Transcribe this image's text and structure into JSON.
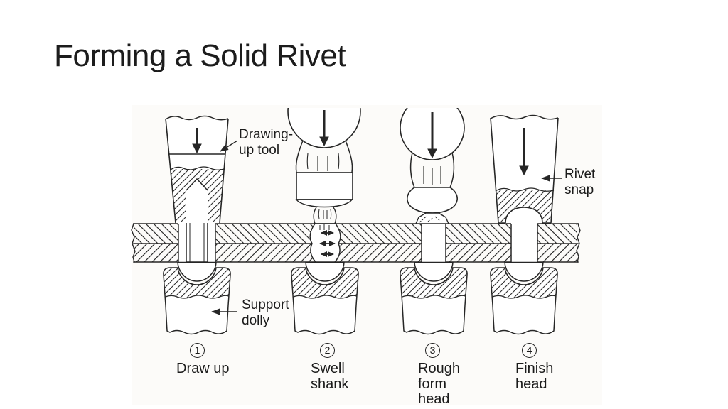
{
  "slide": {
    "title": "Forming a Solid Rivet"
  },
  "figure": {
    "callouts": {
      "drawing_up_tool": {
        "line1": "Drawing-",
        "line2": "up tool"
      },
      "support_dolly": {
        "line1": "Support",
        "line2": "dolly"
      },
      "rivet_snap": {
        "line1": "Rivet",
        "line2": "snap"
      }
    },
    "stages": [
      {
        "number": "1",
        "lines": [
          "Draw up"
        ]
      },
      {
        "number": "2",
        "lines": [
          "Swell",
          "shank"
        ]
      },
      {
        "number": "3",
        "lines": [
          "Rough",
          "form",
          "head"
        ]
      },
      {
        "number": "4",
        "lines": [
          "Finish",
          "head"
        ]
      }
    ],
    "colors": {
      "ink": "#262626",
      "paper": "#fcfbf9"
    }
  }
}
